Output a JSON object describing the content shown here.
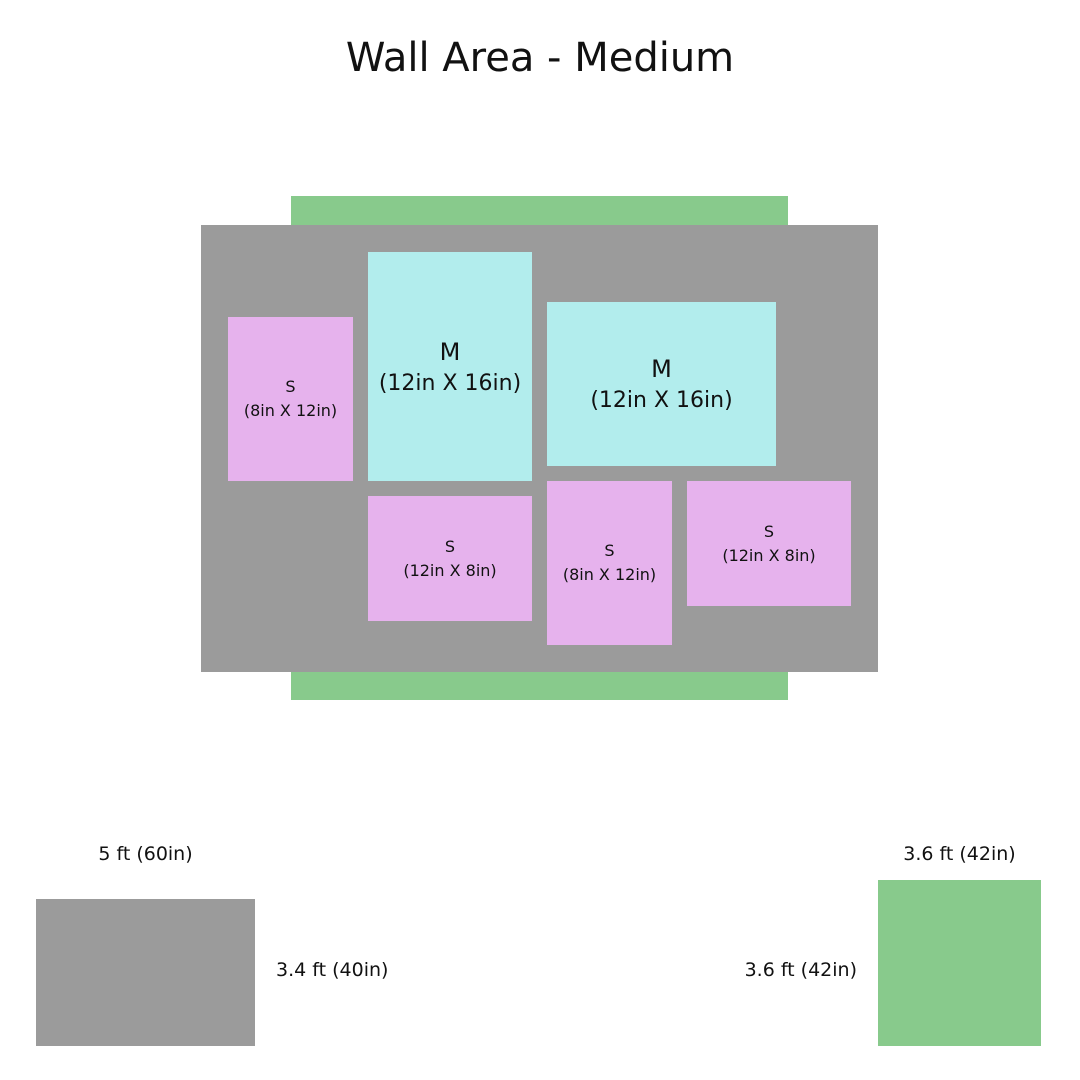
{
  "title": "Wall Area - Medium",
  "colors": {
    "wall": "#9b9b9b",
    "furniture": "#88ca8c",
    "medium_frame": "#b2eded",
    "small_frame": "#e6b2ed"
  },
  "frames": [
    {
      "size": "S",
      "dims": "(8in X 12in)"
    },
    {
      "size": "M",
      "dims": "(12in X 16in)"
    },
    {
      "size": "M",
      "dims": "(12in X 16in)"
    },
    {
      "size": "S",
      "dims": "(12in X 8in)"
    },
    {
      "size": "S",
      "dims": "(8in X 12in)"
    },
    {
      "size": "S",
      "dims": "(12in X 8in)"
    }
  ],
  "legend": {
    "wall": {
      "width_label": "5 ft (60in)",
      "height_label": "3.4 ft (40in)"
    },
    "furniture": {
      "width_label": "3.6 ft (42in)",
      "height_label": "3.6 ft (42in)"
    }
  }
}
